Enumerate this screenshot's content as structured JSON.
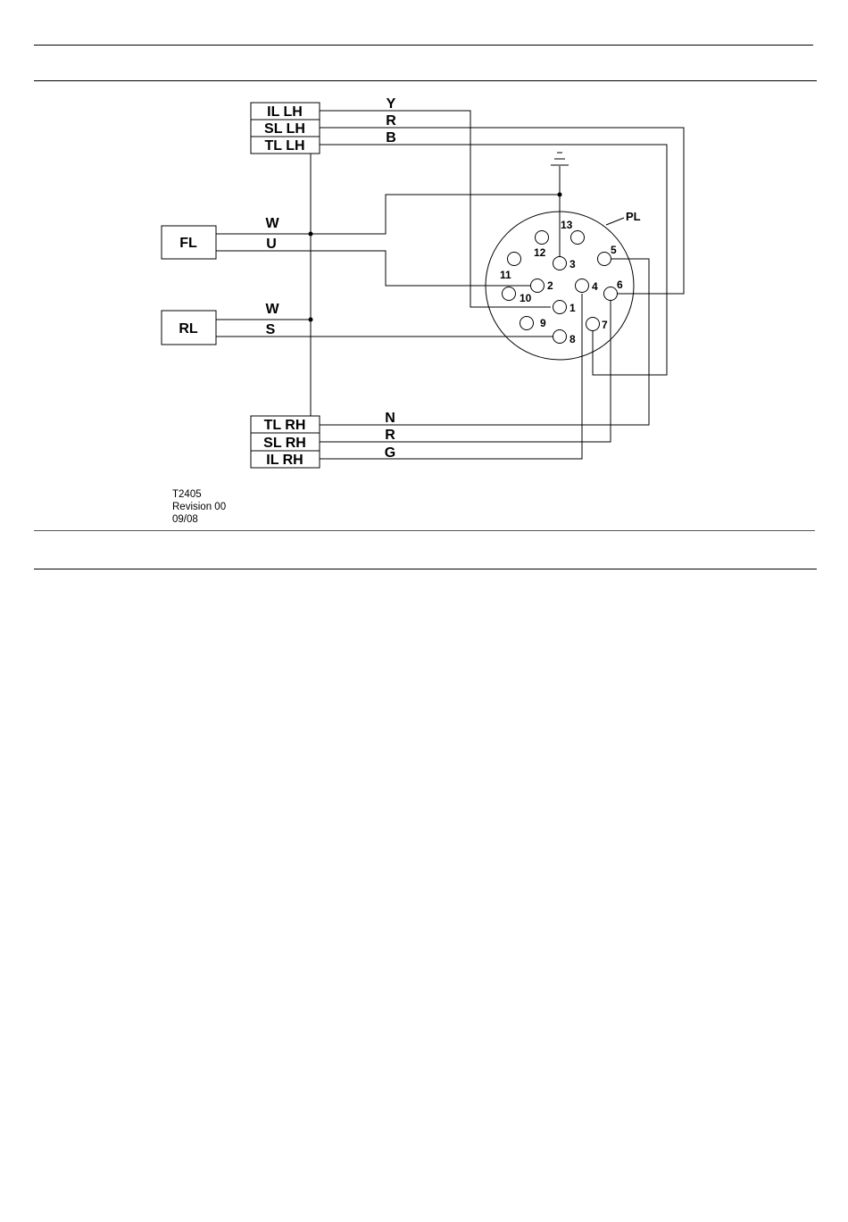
{
  "diagram": {
    "connector_label": "PL",
    "left_top_block": [
      "IL LH",
      "SL LH",
      "TL LH"
    ],
    "left_bottom_block": [
      "TL RH",
      "SL RH",
      "IL RH"
    ],
    "fl_label": "FL",
    "rl_label": "RL",
    "wire_colors": {
      "il_lh": "Y",
      "sl_lh": "R",
      "tl_lh": "B",
      "fl_w": "W",
      "fl_u": "U",
      "rl_w": "W",
      "rl_s": "S",
      "tl_rh": "N",
      "sl_rh": "R",
      "il_rh": "G"
    },
    "pins": [
      "1",
      "2",
      "3",
      "4",
      "5",
      "6",
      "7",
      "8",
      "9",
      "10",
      "11",
      "12",
      "13"
    ]
  },
  "footer": {
    "drawing_number": "T2405",
    "revision": "Revision 00",
    "date": "09/08"
  }
}
